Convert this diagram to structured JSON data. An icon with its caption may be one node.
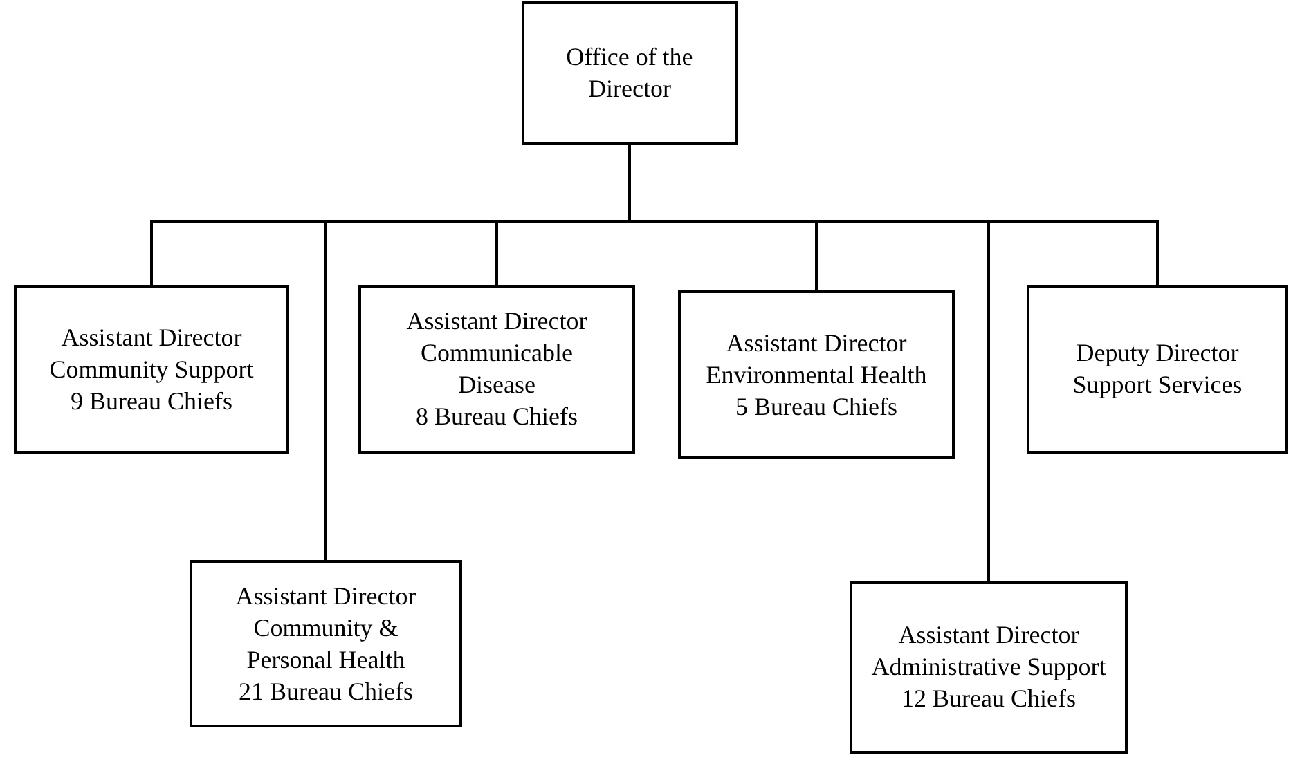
{
  "diagram": {
    "nodes": [
      {
        "text": [
          "Office of the Director"
        ]
      },
      {
        "text": [
          "Assistant Director",
          "Community Support",
          "9 Bureau Chiefs"
        ]
      },
      {
        "text": [
          "Assistant Director",
          "Community & Personal Health",
          "21 Bureau Chiefs"
        ]
      },
      {
        "text": [
          "Assistant Director",
          "Communicable Disease",
          "8 Bureau Chiefs"
        ]
      },
      {
        "text": [
          "Assistant Director",
          "Environmental Health",
          "5 Bureau Chiefs"
        ]
      },
      {
        "text": [
          "Assistant Director",
          "Administrative Support",
          "12 Bureau Chiefs"
        ]
      },
      {
        "text": [
          "Deputy Director",
          "Support Services"
        ]
      }
    ],
    "edges": [
      {
        "from": 0,
        "to": 1,
        "arrow": "none"
      },
      {
        "from": 0,
        "to": 2,
        "arrow": "none"
      },
      {
        "from": 0,
        "to": 3,
        "arrow": "none"
      },
      {
        "from": 0,
        "to": 4,
        "arrow": "none"
      },
      {
        "from": 0,
        "to": 5,
        "arrow": "none"
      },
      {
        "from": 0,
        "to": 6,
        "arrow": "none"
      }
    ]
  }
}
